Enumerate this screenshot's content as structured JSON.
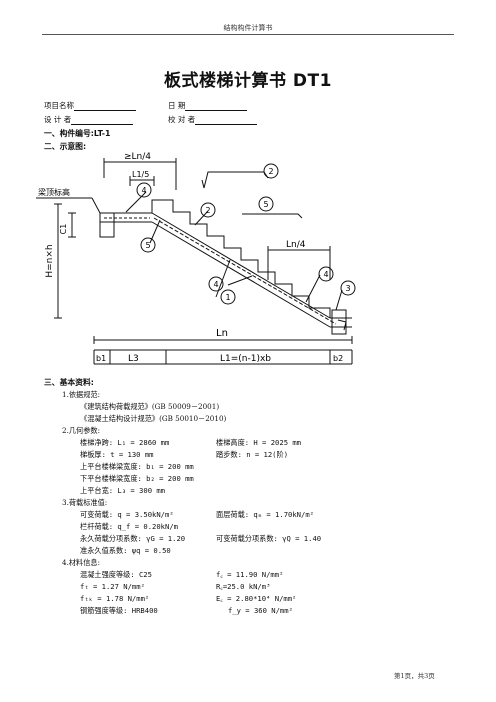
{
  "header": {
    "text": "结构构件计算书"
  },
  "title": "板式楼梯计算书 DT1",
  "project": {
    "name_label": "项目名称",
    "date_label": "日    期",
    "designer_label": "设 计 者",
    "checker_label": "校 对 者"
  },
  "sections": {
    "s1": "一、构件编号:LT-1",
    "s2": "二、示意图:",
    "s3": "三、基本资料:"
  },
  "diagram": {
    "labels": {
      "top_dim": "≥Ln/4",
      "l15": "L1/5",
      "beam_top": "梁顶标高",
      "c1": "C1",
      "h": "H=n×h",
      "right_dim": "Ln/4",
      "ln": "Ln",
      "b1": "b1",
      "l3": "L3",
      "l1": "L1=(n-1)xb",
      "b2": "b2"
    },
    "markers": [
      "1",
      "2",
      "3",
      "4",
      "5"
    ]
  },
  "basic": {
    "p1": "1.依据规范:",
    "code1": "《建筑结构荷载规范》(GB 50009－2001)",
    "code2": "《混凝土结构设计规范》(GB 50010－2010)",
    "p2": "2.几何参数:",
    "span": "楼梯净跨: L₁ = 2860 mm",
    "height": "楼梯高度: H = 2025 mm",
    "thick": "梯板厚: t = 130 mm",
    "steps": "踏步数: n = 12(阶)",
    "b1": "上平台楼梯梁宽度: b₁ = 200 mm",
    "b2": "下平台楼梯梁宽度: b₂ = 200 mm",
    "l3": "上平台宽: L₃ = 300 mm",
    "p3": "3.荷载标准值:",
    "q": "可变荷载: q = 3.50kN/m²",
    "qm": "面层荷载: qₘ = 1.70kN/m²",
    "qf": "栏杆荷载: q_f = 0.20kN/m",
    "gg": "永久荷载分项系数: γG = 1.20",
    "gq": "可变荷载分项系数: γQ = 1.40",
    "psi": "准永久值系数: ψq = 0.50",
    "p4": "4.材料信息:",
    "concrete": "混凝土强度等级: C25",
    "fc": "f꜀ = 11.90 N/mm²",
    "ft": "fₜ = 1.27 N/mm²",
    "rc": "R꜀=25.0 kN/m³",
    "ftk": "fₜₖ = 1.78 N/mm²",
    "ec": "E꜀ = 2.80*10⁴ N/mm²",
    "steel": "钢筋强度等级: HRB400",
    "fy": "f_y = 360 N/mm²"
  },
  "footer": {
    "page": "第1页，共3页"
  }
}
